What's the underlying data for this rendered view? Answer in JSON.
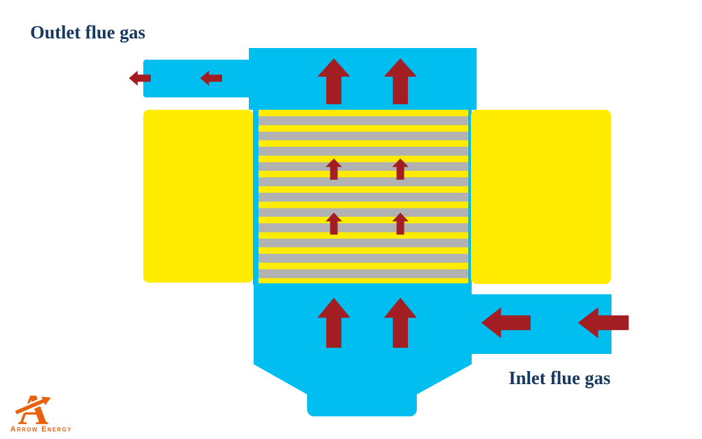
{
  "labels": {
    "outlet_flue_gas": "Outlet flue gas",
    "inlet_flue_gas": "Inlet flue gas"
  },
  "logo": {
    "letter": "A",
    "company": "Arrow Energy"
  },
  "colors": {
    "background": "#ffffff",
    "duct_cyan": "#00bef0",
    "insulation_yellow": "#ffec00",
    "plate_gray": "#b2b2b2",
    "arrow_red": "#a21e22",
    "label_navy": "#17395f",
    "logo_orange": "#e8620d"
  },
  "diagram": {
    "type": "flue-gas-plate-heat-exchanger",
    "plate_rows_gray": 11,
    "flow_arrows": [
      {
        "name": "outlet-duct-arrow-1",
        "direction": "left"
      },
      {
        "name": "outlet-duct-arrow-2",
        "direction": "left"
      },
      {
        "name": "top-plenum-arrow-1",
        "direction": "up"
      },
      {
        "name": "top-plenum-arrow-2",
        "direction": "up"
      },
      {
        "name": "core-arrow-upper-1",
        "direction": "up"
      },
      {
        "name": "core-arrow-upper-2",
        "direction": "up"
      },
      {
        "name": "core-arrow-lower-1",
        "direction": "up"
      },
      {
        "name": "core-arrow-lower-2",
        "direction": "up"
      },
      {
        "name": "bottom-plenum-arrow-1",
        "direction": "up"
      },
      {
        "name": "bottom-plenum-arrow-2",
        "direction": "up"
      },
      {
        "name": "inlet-duct-arrow-1",
        "direction": "left"
      },
      {
        "name": "inlet-duct-arrow-2",
        "direction": "left"
      }
    ]
  }
}
